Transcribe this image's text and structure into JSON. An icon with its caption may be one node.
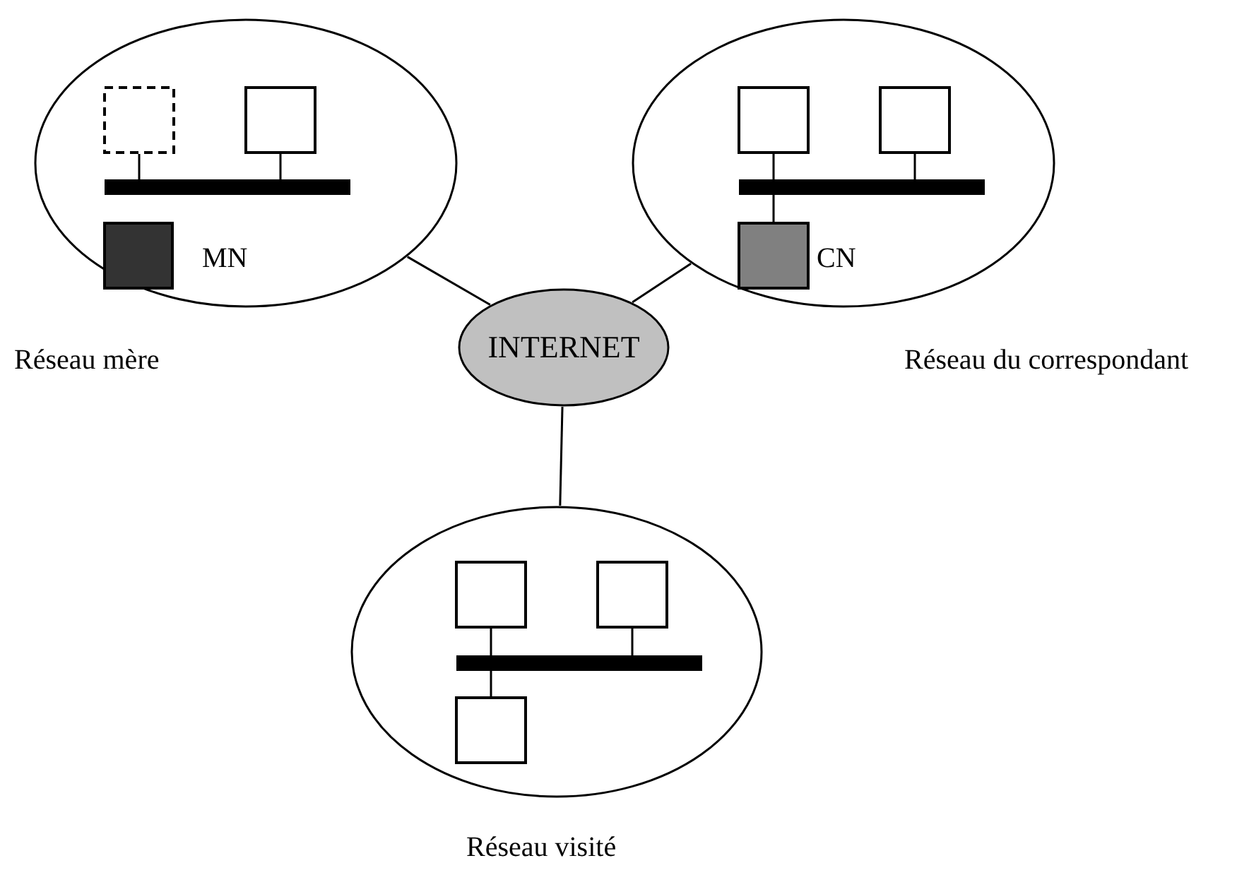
{
  "diagram": {
    "nodes": [
      {
        "text": [],
        "shape": "circle",
        "beside": [
          "Réseau mère"
        ]
      },
      {
        "text": [],
        "shape": "box",
        "in": 0
      },
      {
        "text": [],
        "shape": "box",
        "in": 0
      },
      {
        "text": [],
        "shape": "bar",
        "in": 0
      },
      {
        "text": [],
        "shape": "box",
        "in": 0,
        "beside": [
          "MN"
        ]
      },
      {
        "text": [],
        "shape": "circle",
        "beside": [
          "Réseau du correspondant"
        ]
      },
      {
        "text": [],
        "shape": "box",
        "in": 5
      },
      {
        "text": [],
        "shape": "box",
        "in": 5
      },
      {
        "text": [],
        "shape": "bar",
        "in": 5
      },
      {
        "text": [],
        "shape": "box",
        "in": 5,
        "beside": [
          "CN"
        ]
      },
      {
        "text": [
          "INTERNET"
        ]
      },
      {
        "text": [],
        "shape": "circle",
        "beside": [
          "Réseau visité"
        ]
      },
      {
        "text": [],
        "shape": "box",
        "in": 11
      },
      {
        "text": [],
        "shape": "box",
        "in": 11
      },
      {
        "text": [],
        "shape": "bar",
        "in": 11
      },
      {
        "text": [],
        "shape": "box",
        "in": 11
      }
    ],
    "edges": [
      {
        "from": 1,
        "to": 3,
        "arrow": "none"
      },
      {
        "from": 2,
        "to": 3,
        "arrow": "none"
      },
      {
        "from": 6,
        "to": 8,
        "arrow": "none"
      },
      {
        "from": 7,
        "to": 8,
        "arrow": "none"
      },
      {
        "from": 8,
        "to": 9,
        "arrow": "none"
      },
      {
        "from": 0,
        "to": 10,
        "arrow": "none"
      },
      {
        "from": 5,
        "to": 10,
        "arrow": "none"
      },
      {
        "from": 10,
        "to": 11,
        "arrow": "none"
      },
      {
        "from": 12,
        "to": 14,
        "arrow": "none"
      },
      {
        "from": 13,
        "to": 14,
        "arrow": "none"
      },
      {
        "from": 14,
        "to": 15,
        "arrow": "none"
      }
    ]
  }
}
